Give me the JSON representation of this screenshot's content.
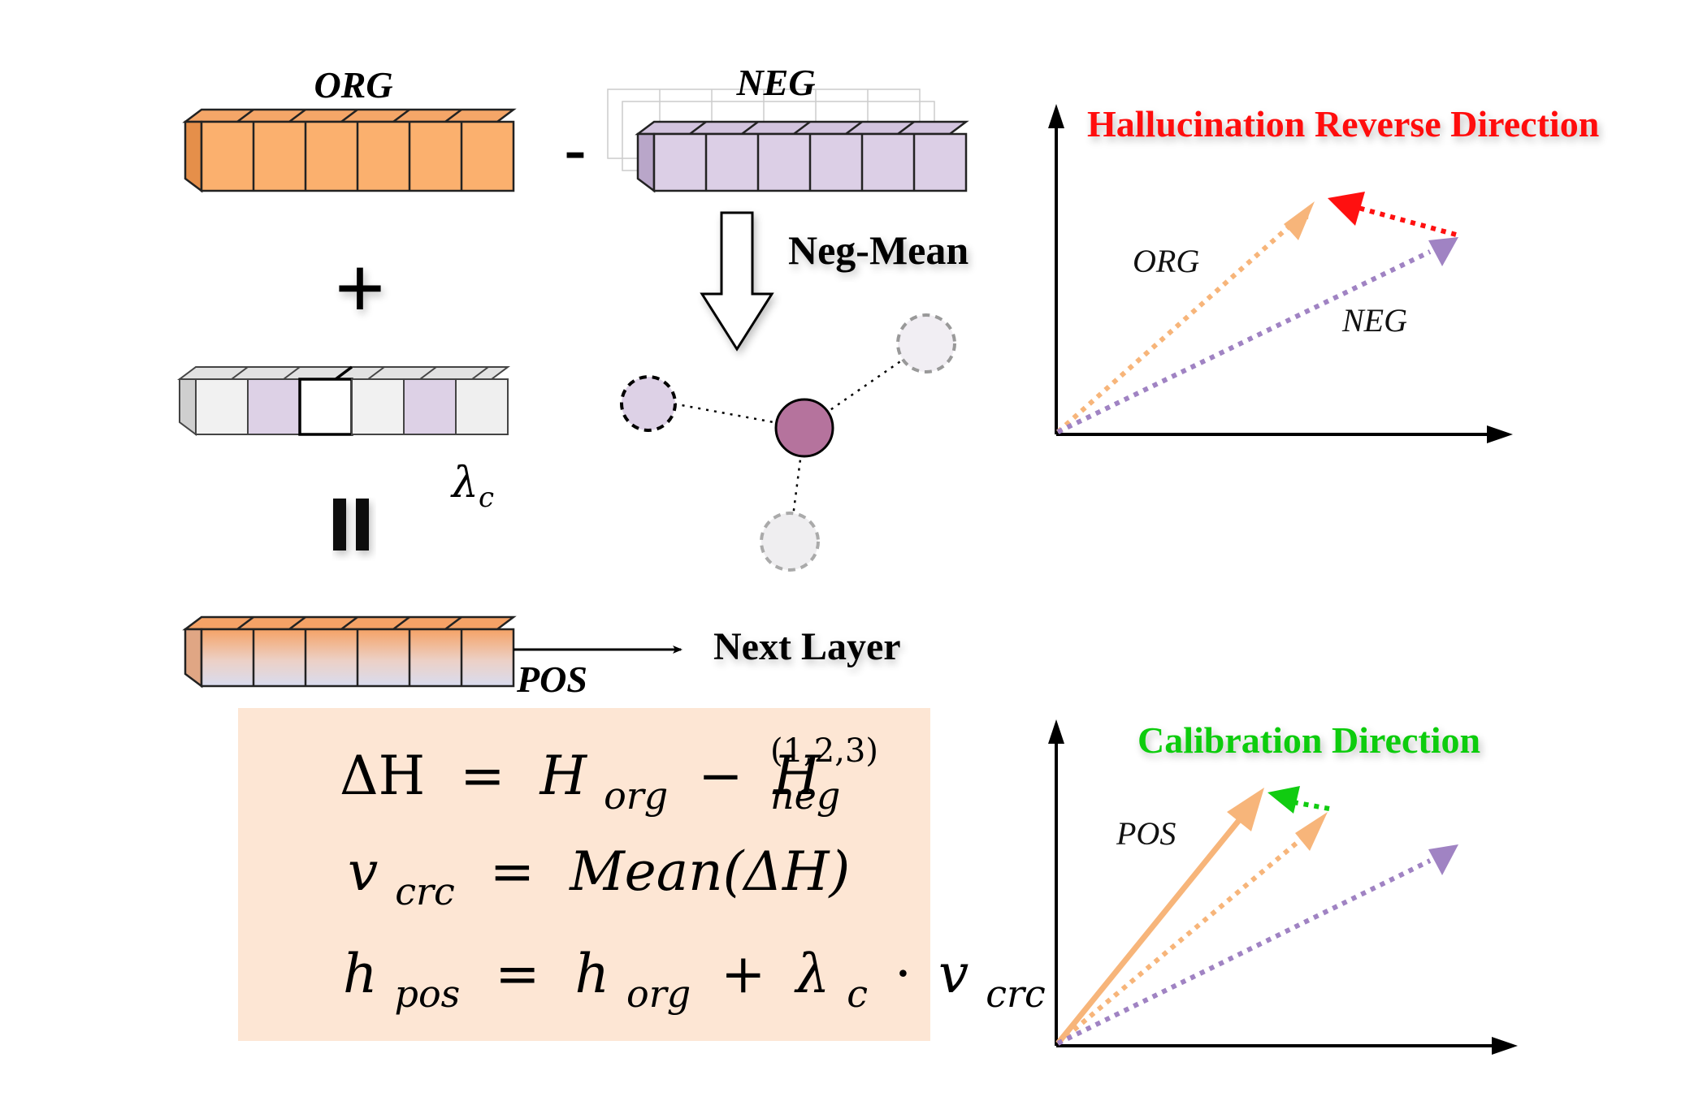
{
  "left": {
    "org_label": "ORG",
    "neg_label": "NEG",
    "pos_label": "POS",
    "minus_sign": "-",
    "plus_sign": "+",
    "equals_sign": "=",
    "lambda_label": "λc",
    "lambda_main": "λ",
    "lambda_sub": "c",
    "neg_mean_label": "Neg-Mean",
    "next_layer_label": "Next Layer"
  },
  "formulas": {
    "line1": {
      "lhs": "ΔH",
      "eq": "=",
      "h_org": "H",
      "org_sub": "org",
      "minus": "−",
      "h_neg": "H",
      "neg_sub": "neg",
      "neg_sup": "(1,2,3)"
    },
    "line2": {
      "v": "v",
      "v_sub": "crc",
      "eq": "=",
      "rhs": "Mean(ΔH)"
    },
    "line3": {
      "h": "h",
      "h_sub": "pos",
      "eq": "=",
      "h_org": "h",
      "org_sub": "org",
      "plus": "+",
      "lambda": "λ",
      "lambda_sub": "c",
      "dot": "·",
      "v": "v",
      "v_sub": "crc"
    }
  },
  "top_plot": {
    "title": "Hallucination Reverse Direction",
    "org_vector_label": "ORG",
    "neg_vector_label": "NEG"
  },
  "bottom_plot": {
    "title": "Calibration Direction",
    "pos_vector_label": "POS"
  },
  "colors": {
    "org_orange": "#f9b06f",
    "neg_purple": "#dccfe6",
    "pos_gradient_bottom": "#d9dcef",
    "center_node": "#b5739d",
    "arrow_orange": "#f7b57a",
    "arrow_purple": "#a083c3",
    "red": "#ff1010",
    "green": "#11cc11",
    "formula_bg": "#fde6d4"
  }
}
